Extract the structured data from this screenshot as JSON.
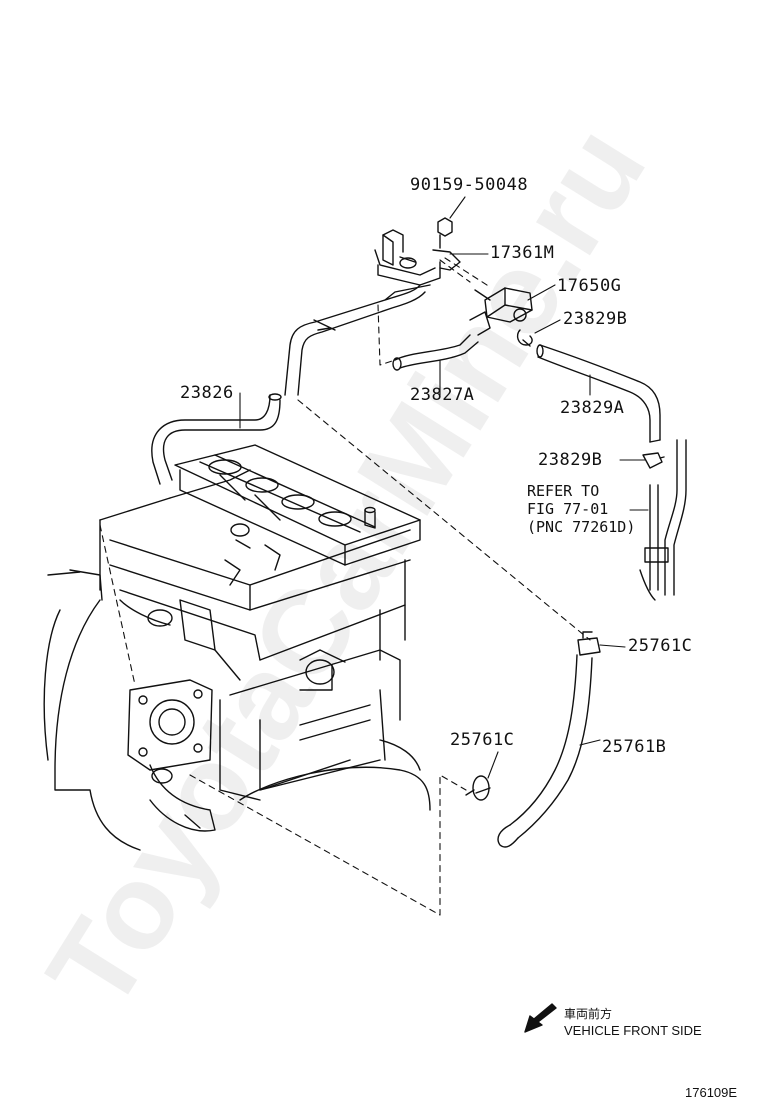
{
  "watermark": "ToyotaCarMine.ru",
  "labels": {
    "bolt": "90159-50048",
    "bracket": "17361M",
    "valve": "17650G",
    "clip_top": "23829B",
    "hose_short": "23827A",
    "hose_long": "23829A",
    "hose_left": "23826",
    "clip_mid": "23829B",
    "clamp_right": "25761C",
    "clamp_left": "25761C",
    "hose_lower": "25761B"
  },
  "refer_note": [
    "REFER TO",
    "FIG 77-01",
    "(PNC 77261D)"
  ],
  "front_indicator": {
    "jp": "車両前方",
    "en": "VEHICLE FRONT SIDE"
  },
  "figure_id": "176109E"
}
